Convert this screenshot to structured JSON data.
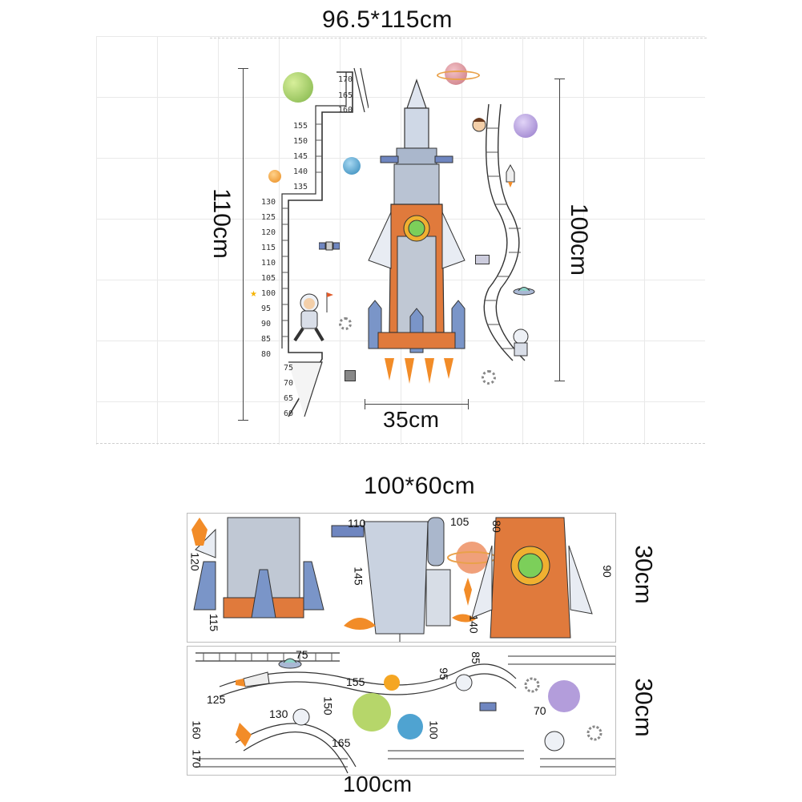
{
  "top_section": {
    "size_label": "96.5*115cm",
    "height_left_label": "110cm",
    "height_right_label": "100cm",
    "width_bottom_label": "35cm",
    "ruler_marks": [
      "170",
      "165",
      "160",
      "155",
      "150",
      "145",
      "140",
      "135",
      "130",
      "125",
      "120",
      "115",
      "110",
      "105",
      "100",
      "95",
      "90",
      "85",
      "80",
      "75",
      "70",
      "65",
      "60"
    ]
  },
  "bottom_section": {
    "size_label": "100*60cm",
    "panel1_label": "30cm",
    "panel2_label": "30cm",
    "width_label": "100cm",
    "panel1_numbers": [
      "120",
      "115",
      "110",
      "145",
      "105",
      "80",
      "140",
      "90"
    ],
    "panel2_numbers": [
      "75",
      "155",
      "130",
      "150",
      "125",
      "100",
      "95",
      "85",
      "165",
      "170",
      "160",
      "70"
    ]
  },
  "colors": {
    "rocket_orange": "#e07a3c",
    "rocket_blue": "#7a95c8",
    "planet_green": "#9ccc65",
    "planet_purple": "#b39ddb",
    "planet_blue": "#4fa3d1",
    "planet_orange": "#f5a623",
    "planet_pink": "#e8a0a8"
  }
}
